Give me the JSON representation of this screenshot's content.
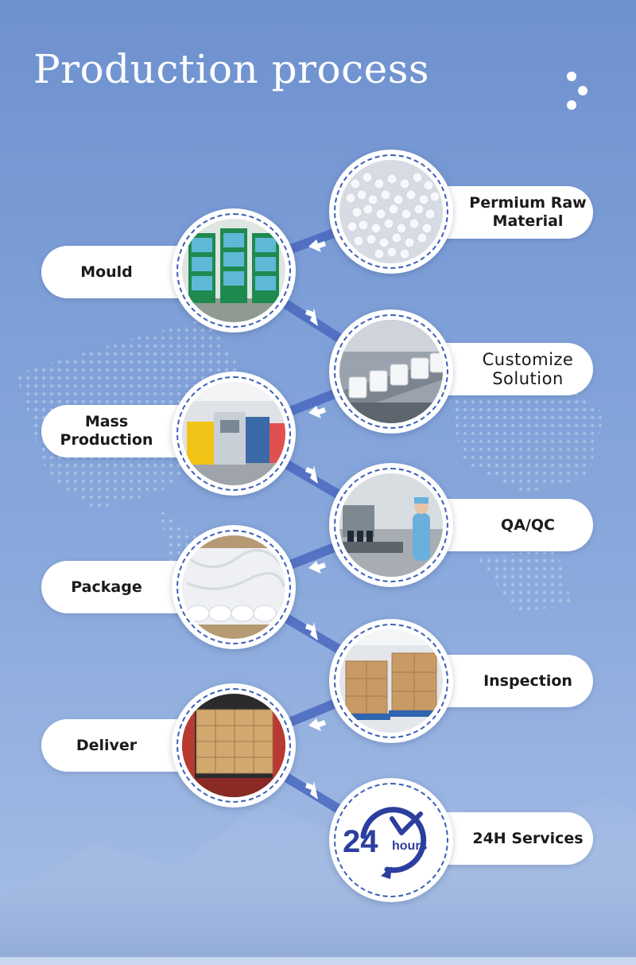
{
  "title": "Production process",
  "steps": [
    {
      "label": "Permium Raw\nMaterial",
      "icon": "pellets-photo"
    },
    {
      "label": "Mould",
      "icon": "mould-racks-photo"
    },
    {
      "label": "Customize\nSolution",
      "icon": "bottle-conveyor-photo"
    },
    {
      "label": "Mass\nProduction",
      "icon": "blow-molding-machine-photo"
    },
    {
      "label": "QA/QC",
      "icon": "inspector-photo"
    },
    {
      "label": "Package",
      "icon": "packaged-bottles-photo"
    },
    {
      "label": "Inspection",
      "icon": "pallet-boxes-photo"
    },
    {
      "label": "Deliver",
      "icon": "container-boxes-photo"
    },
    {
      "label": "24H Services",
      "icon": "clock-24-icon"
    }
  ],
  "badge": {
    "number": "24",
    "unit": "hours"
  },
  "colors": {
    "accent": "#2c3f9e",
    "pill": "#ffffff",
    "dash": "#3b5fb8"
  }
}
